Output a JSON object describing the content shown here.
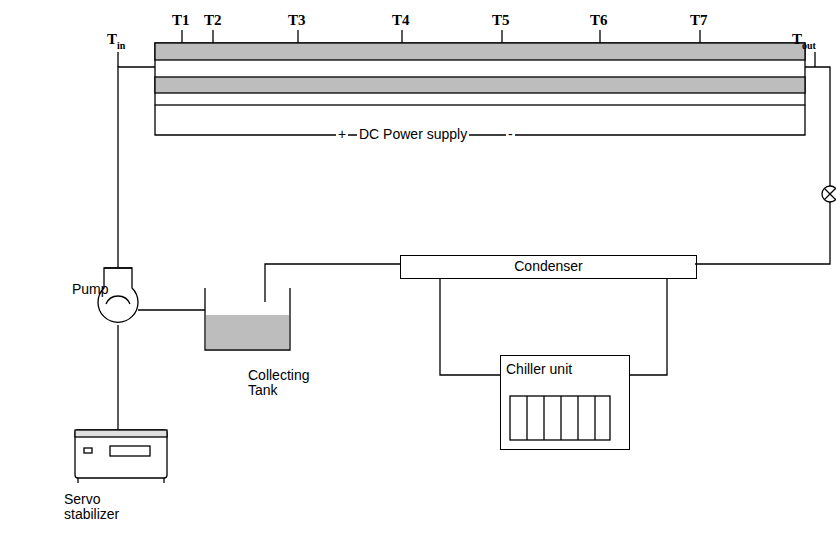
{
  "diagram": {
    "nodes": [
      {
        "text": [
          "Condenser"
        ]
      },
      {
        "text": [
          "Chiller unit"
        ]
      }
    ],
    "edges": [
      {
        "from": 0,
        "to": 1,
        "arrow": "none"
      },
      {
        "from": 0,
        "to": 1,
        "arrow": "none"
      }
    ],
    "labels": [
      "T",
      "in",
      "T1",
      "T2",
      "T3",
      "T4",
      "T5",
      "T6",
      "T7",
      "T",
      "out",
      "+",
      "DC Power supply",
      "-",
      "Pump",
      "Collecting Tank",
      "Servo stabilizer"
    ]
  }
}
